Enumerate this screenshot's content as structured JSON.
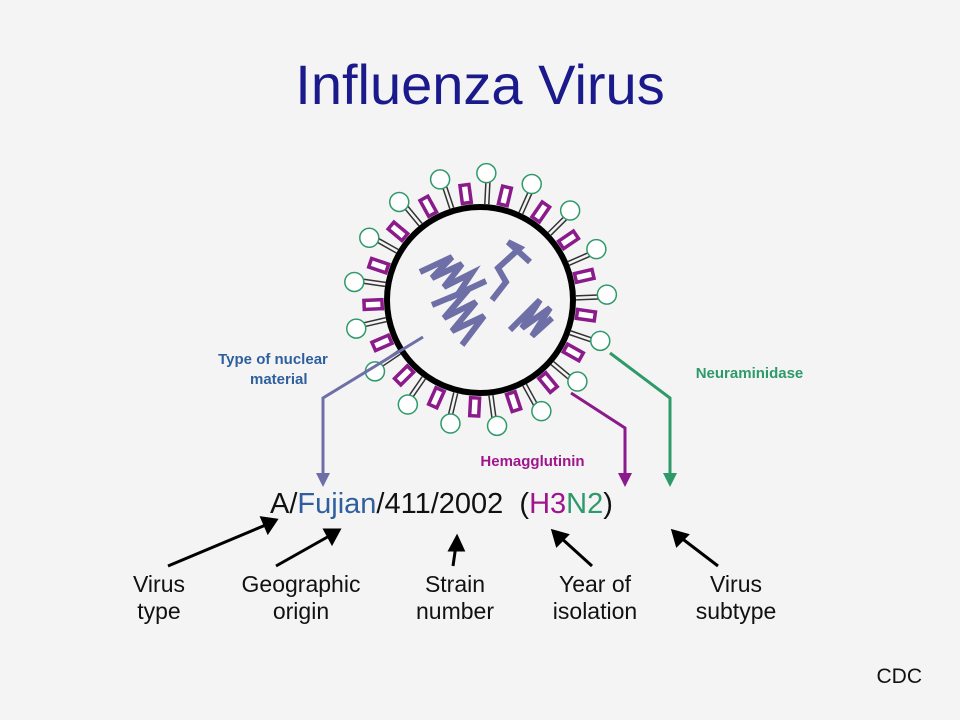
{
  "title": "Influenza Virus",
  "labels": {
    "nuclear_line1": "Type of nuclear",
    "nuclear_line2": "material",
    "neuraminidase": "Neuraminidase",
    "hemagglutinin": "Hemagglutinin"
  },
  "strain": {
    "type": "A",
    "sep1": "/",
    "origin": "Fujian",
    "sep2": "/",
    "number": "411",
    "sep3": "/",
    "year": "2002",
    "gap": "  ",
    "open": "(",
    "h": "H3",
    "n": "N2",
    "close": ")"
  },
  "parts": [
    {
      "line1": "Virus",
      "line2": "type"
    },
    {
      "line1": "Geographic",
      "line2": "origin"
    },
    {
      "line1": "Strain",
      "line2": "number"
    },
    {
      "line1": "Year of",
      "line2": "isolation"
    },
    {
      "line1": "Virus",
      "line2": "subtype"
    }
  ],
  "credit": "CDC",
  "colors": {
    "title": "#1a1a8c",
    "nuclear": "#2f5f9e",
    "hemagglutinin": "#a0158c",
    "neuraminidase": "#2e9a6a",
    "rna": "#6f6fa8",
    "membrane": "#000000"
  }
}
